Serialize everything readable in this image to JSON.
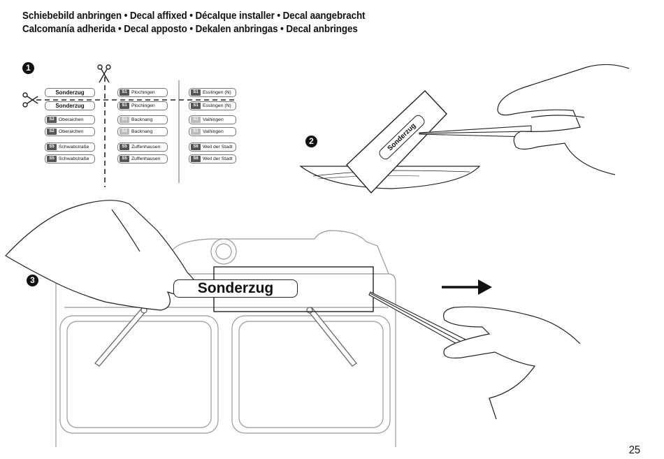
{
  "header": {
    "line1": "Schiebebild anbringen • Decal affixed • Décalque installer • Decal aangebracht",
    "line2": "Calcomanía adherida • Decal apposto • Dekalen anbringas • Decal anbringes"
  },
  "steps": {
    "one": "1",
    "two": "2",
    "three": "3"
  },
  "sheet": {
    "col1": [
      {
        "tag": "",
        "text": "Sonderzug"
      },
      {
        "tag": "",
        "text": "Sonderzug"
      },
      {
        "tag": "S2",
        "text": "Oberaichen"
      },
      {
        "tag": "S2",
        "text": "Oberaichen"
      },
      {
        "tag": "S5",
        "text": "Schwabstraße"
      },
      {
        "tag": "S5",
        "text": "Schwabstraße"
      }
    ],
    "col2": [
      {
        "tag": "S1",
        "text": "Plochingen"
      },
      {
        "tag": "S1",
        "text": "Plochingen"
      },
      {
        "tag": "S3",
        "text": "Backnang"
      },
      {
        "tag": "S3",
        "text": "Backnang"
      },
      {
        "tag": "S5",
        "text": "Zuffenhausen"
      },
      {
        "tag": "S5",
        "text": "Zuffenhausen"
      }
    ],
    "col3": [
      {
        "tag": "S1",
        "text": "Esslingen (N)"
      },
      {
        "tag": "S1",
        "text": "Esslingen (N)"
      },
      {
        "tag": "S1",
        "text": "Vaihingen"
      },
      {
        "tag": "S1",
        "text": "Vaihingen"
      },
      {
        "tag": "S6",
        "text": "Weil der Stadt"
      },
      {
        "tag": "S6",
        "text": "Weil der Stadt"
      }
    ]
  },
  "decal_step2": "Sonderzug",
  "decal_step3": "Sonderzug",
  "page_number": "25"
}
